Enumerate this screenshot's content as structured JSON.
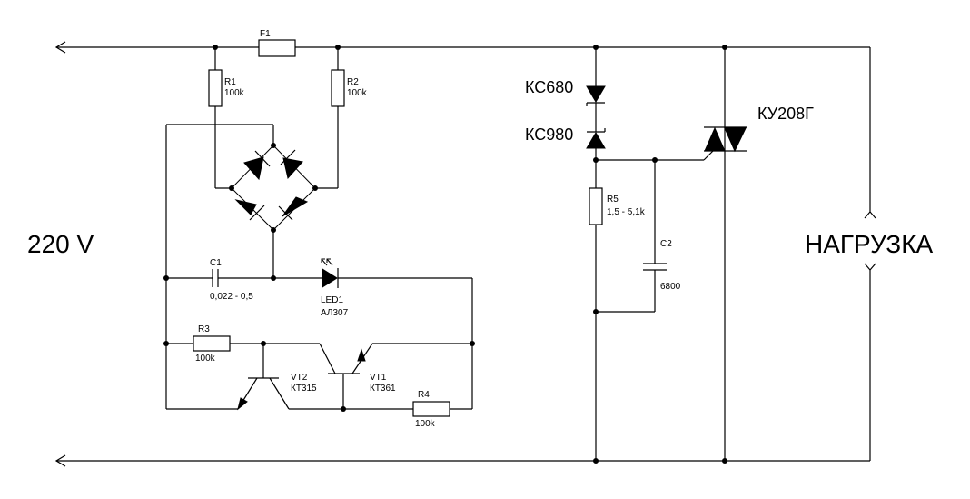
{
  "supply": {
    "label": "220 V"
  },
  "load": {
    "label": "НАГРУЗКА"
  },
  "fuse": {
    "ref": "F1"
  },
  "resistors": {
    "r1": {
      "ref": "R1",
      "value": "100k"
    },
    "r2": {
      "ref": "R2",
      "value": "100k"
    },
    "r3": {
      "ref": "R3",
      "value": "100k"
    },
    "r4": {
      "ref": "R4",
      "value": "100k"
    },
    "r5": {
      "ref": "R5",
      "value": "1,5 - 5,1k"
    }
  },
  "capacitors": {
    "c1": {
      "ref": "C1",
      "value": "0,022 - 0,5"
    },
    "c2": {
      "ref": "C2",
      "value": "6800"
    }
  },
  "led": {
    "ref": "LED1",
    "part": "АЛ307"
  },
  "transistors": {
    "vt1": {
      "ref": "VT1",
      "part": "КТ361"
    },
    "vt2": {
      "ref": "VT2",
      "part": "КТ315"
    }
  },
  "zeners": {
    "z1": {
      "part": "КС680"
    },
    "z2": {
      "part": "КС980"
    }
  },
  "triac": {
    "part": "КУ208Г"
  }
}
